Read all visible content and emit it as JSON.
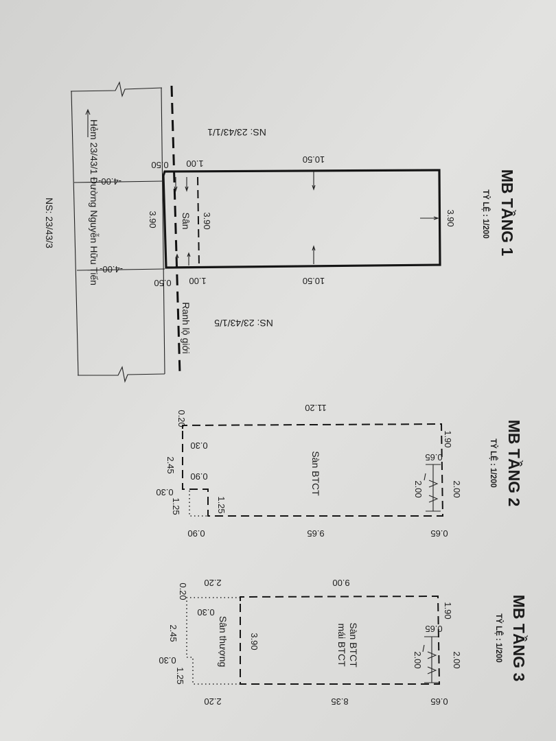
{
  "colors": {
    "paper": "#dcdcda",
    "ink": "#1c1c1c"
  },
  "floor1": {
    "title": "MB TẦNG 1",
    "scale": "TỶ LỆ : 1/200",
    "neighbor_top": "NS: 23/43/1/1",
    "neighbor_bottom": "NS: 23/43/1/5",
    "neighbor_left": "NS: 23/43/3",
    "street": "Hẻm 23/43/1 Đường Nguyễn Hữu Tiến",
    "boundary": "Ranh lộ giới",
    "yard": "Sân",
    "dims": {
      "length_top": "10.50",
      "length_bottom": "10.50",
      "width_back": "3.90",
      "width_front": "3.90",
      "width_yard": "3.90",
      "yard_top": "1.00",
      "yard_bottom": "1.00",
      "setback_top": "0.50",
      "setback_bottom": "0.50",
      "road_top": "-4.00-",
      "road_bottom": "-4.00-"
    }
  },
  "floor2": {
    "title": "MB TẦNG 2",
    "scale": "TỶ LỆ : 1/200",
    "slab": "Sàn BTCT",
    "dims": {
      "length_top": "11.20",
      "corner": "0.20",
      "offset1": "0.30",
      "side": "2.45",
      "offset2": "0.90",
      "offset3": "0.30",
      "notch_outer": "1.25",
      "notch_inner": "1.25",
      "stair_top": "1.90",
      "stair_gap": "0.65",
      "stair_outer": "2.00",
      "stair_inner": "2.00",
      "bottom_left": "0.90",
      "bottom_mid": "9.65",
      "bottom_right": "0.65"
    }
  },
  "floor3": {
    "title": "MB TẦNG 3",
    "scale": "TỶ LỆ : 1/200",
    "slab_line1": "Sàn BTCT",
    "slab_line2": "mái BTCT",
    "terrace": "Sân thượng",
    "dims": {
      "top_left": "2.20",
      "top_mid": "9.00",
      "corner": "0.20",
      "offset1": "0.30",
      "side": "2.45",
      "offset2": "0.30",
      "notch": "1.25",
      "width": "3.90",
      "stair_top": "1.90",
      "stair_gap": "0.65",
      "stair_outer": "2.00",
      "stair_inner": "2.00",
      "bottom_left": "2.20",
      "bottom_mid": "8.35",
      "bottom_right": "0.65"
    }
  }
}
